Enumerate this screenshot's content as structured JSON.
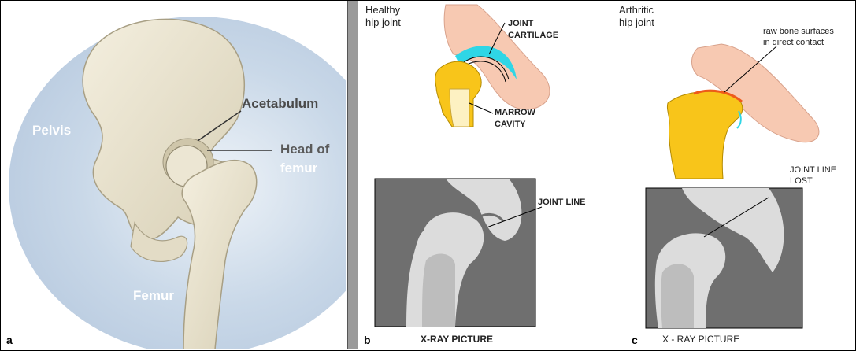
{
  "panel_a": {
    "label_pelvis": "Pelvis",
    "label_acetabulum": "Acetabulum",
    "label_head_line1": "Head of",
    "label_head_line2": "femur",
    "label_femur": "Femur",
    "corner_label": "a"
  },
  "panel_b": {
    "title_line1": "Healthy",
    "title_line2": "hip joint",
    "label_joint": "JOINT",
    "label_cartilage": "CARTILAGE",
    "label_marrow": "MARROW",
    "label_cavity": "CAVITY",
    "label_joint_line": "JOINT LINE",
    "caption": "X-RAY  PICTURE",
    "corner_label": "b"
  },
  "panel_c": {
    "title_line1": "Arthritic",
    "title_line2": "hip joint",
    "label_raw_line1": "raw  bone surfaces",
    "label_raw_line2": "in direct  contact",
    "label_lost_line1": "JOINT  LINE",
    "label_lost_line2": "LOST",
    "caption": "X - RAY  PICTURE",
    "corner_label": "c"
  },
  "colors": {
    "bone": "#efe9d7",
    "bone_shadow": "#c9c0a4",
    "background_glow": "#c6d5e6",
    "pelvis_pink": "#f7c9b2",
    "femur_yellow": "#f8c51a",
    "cartilage_cyan": "#2fd6e6",
    "raw_orange": "#ee5a1a",
    "xray_dark": "#6f6f6f",
    "xray_bone": "#dcdcdc",
    "xray_marrow": "#bdbdbd"
  }
}
